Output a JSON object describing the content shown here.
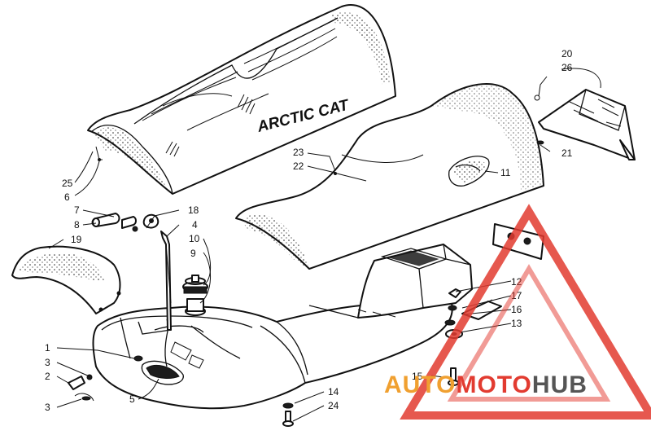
{
  "diagram": {
    "brand_text": "ARCTIC CAT",
    "callouts": [
      {
        "id": "c1",
        "label": "1"
      },
      {
        "id": "c2",
        "label": "2"
      },
      {
        "id": "c3a",
        "label": "3"
      },
      {
        "id": "c3b",
        "label": "3"
      },
      {
        "id": "c4",
        "label": "4"
      },
      {
        "id": "c5",
        "label": "5"
      },
      {
        "id": "c6",
        "label": "6"
      },
      {
        "id": "c7",
        "label": "7"
      },
      {
        "id": "c8",
        "label": "8"
      },
      {
        "id": "c9",
        "label": "9"
      },
      {
        "id": "c10",
        "label": "10"
      },
      {
        "id": "c11",
        "label": "11"
      },
      {
        "id": "c12",
        "label": "12"
      },
      {
        "id": "c13",
        "label": "13"
      },
      {
        "id": "c14",
        "label": "14"
      },
      {
        "id": "c15",
        "label": "15"
      },
      {
        "id": "c16",
        "label": "16"
      },
      {
        "id": "c17",
        "label": "17"
      },
      {
        "id": "c18",
        "label": "18"
      },
      {
        "id": "c19",
        "label": "19"
      },
      {
        "id": "c20",
        "label": "20"
      },
      {
        "id": "c21",
        "label": "21"
      },
      {
        "id": "c22",
        "label": "22"
      },
      {
        "id": "c23",
        "label": "23"
      },
      {
        "id": "c24",
        "label": "24"
      },
      {
        "id": "c25",
        "label": "25"
      },
      {
        "id": "c26",
        "label": "26"
      }
    ]
  },
  "watermark": {
    "part1": "AUTO",
    "part2": "MOTO",
    "part3": "HUB",
    "colors": {
      "red": "#e23b30",
      "orange": "#f0a030",
      "gray": "#555555"
    }
  }
}
